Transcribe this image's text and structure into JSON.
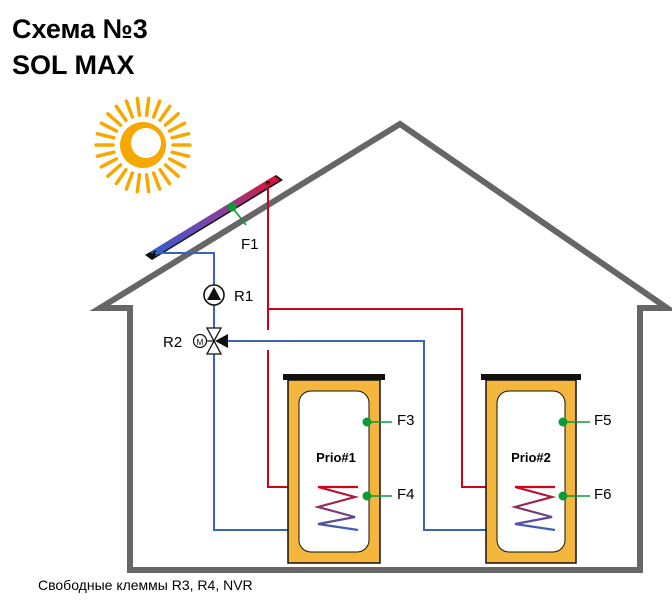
{
  "title_line1": "Схема №3",
  "title_line2": "SOL MAX",
  "footer_note": "Свободные клеммы R3, R4, NVR",
  "labels": {
    "collector_sensor": "F1",
    "pump": "R1",
    "valve": "R2",
    "valve_motor": "M",
    "tank1_top_sensor": "F3",
    "tank1_bottom_sensor": "F4",
    "tank2_top_sensor": "F5",
    "tank2_bottom_sensor": "F6"
  },
  "tanks": [
    {
      "name": "Prio#1"
    },
    {
      "name": "Prio#2"
    }
  ],
  "colors": {
    "house_outline": "#666666",
    "hot_line": "#d0021b",
    "cold_line": "#3a64b8",
    "tank_fill": "#f4b63d",
    "tank_outline": "#111111",
    "sensor": "#0a9a3a",
    "sun": "#f7a800"
  }
}
